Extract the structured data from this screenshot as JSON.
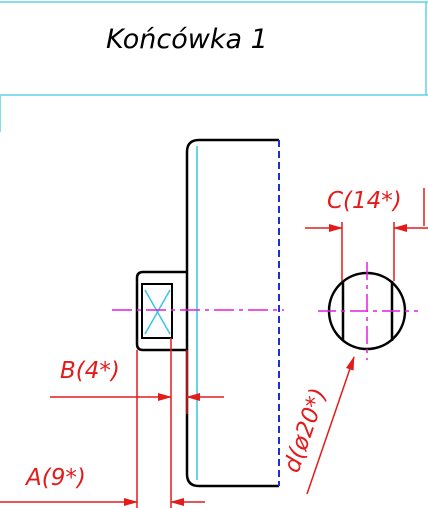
{
  "title": "Końcówka 1",
  "dimensions": {
    "a": "A(9*)",
    "b": "B(4*)",
    "c": "C(14*)",
    "d": "d(ø20*)"
  },
  "colors": {
    "frame": "#5fd3e6",
    "outline": "#000000",
    "dimension": "#e31b1b",
    "axis": "#e21ee0",
    "edge_line": "#1e2fd6",
    "inner_line": "#36c6e0"
  }
}
